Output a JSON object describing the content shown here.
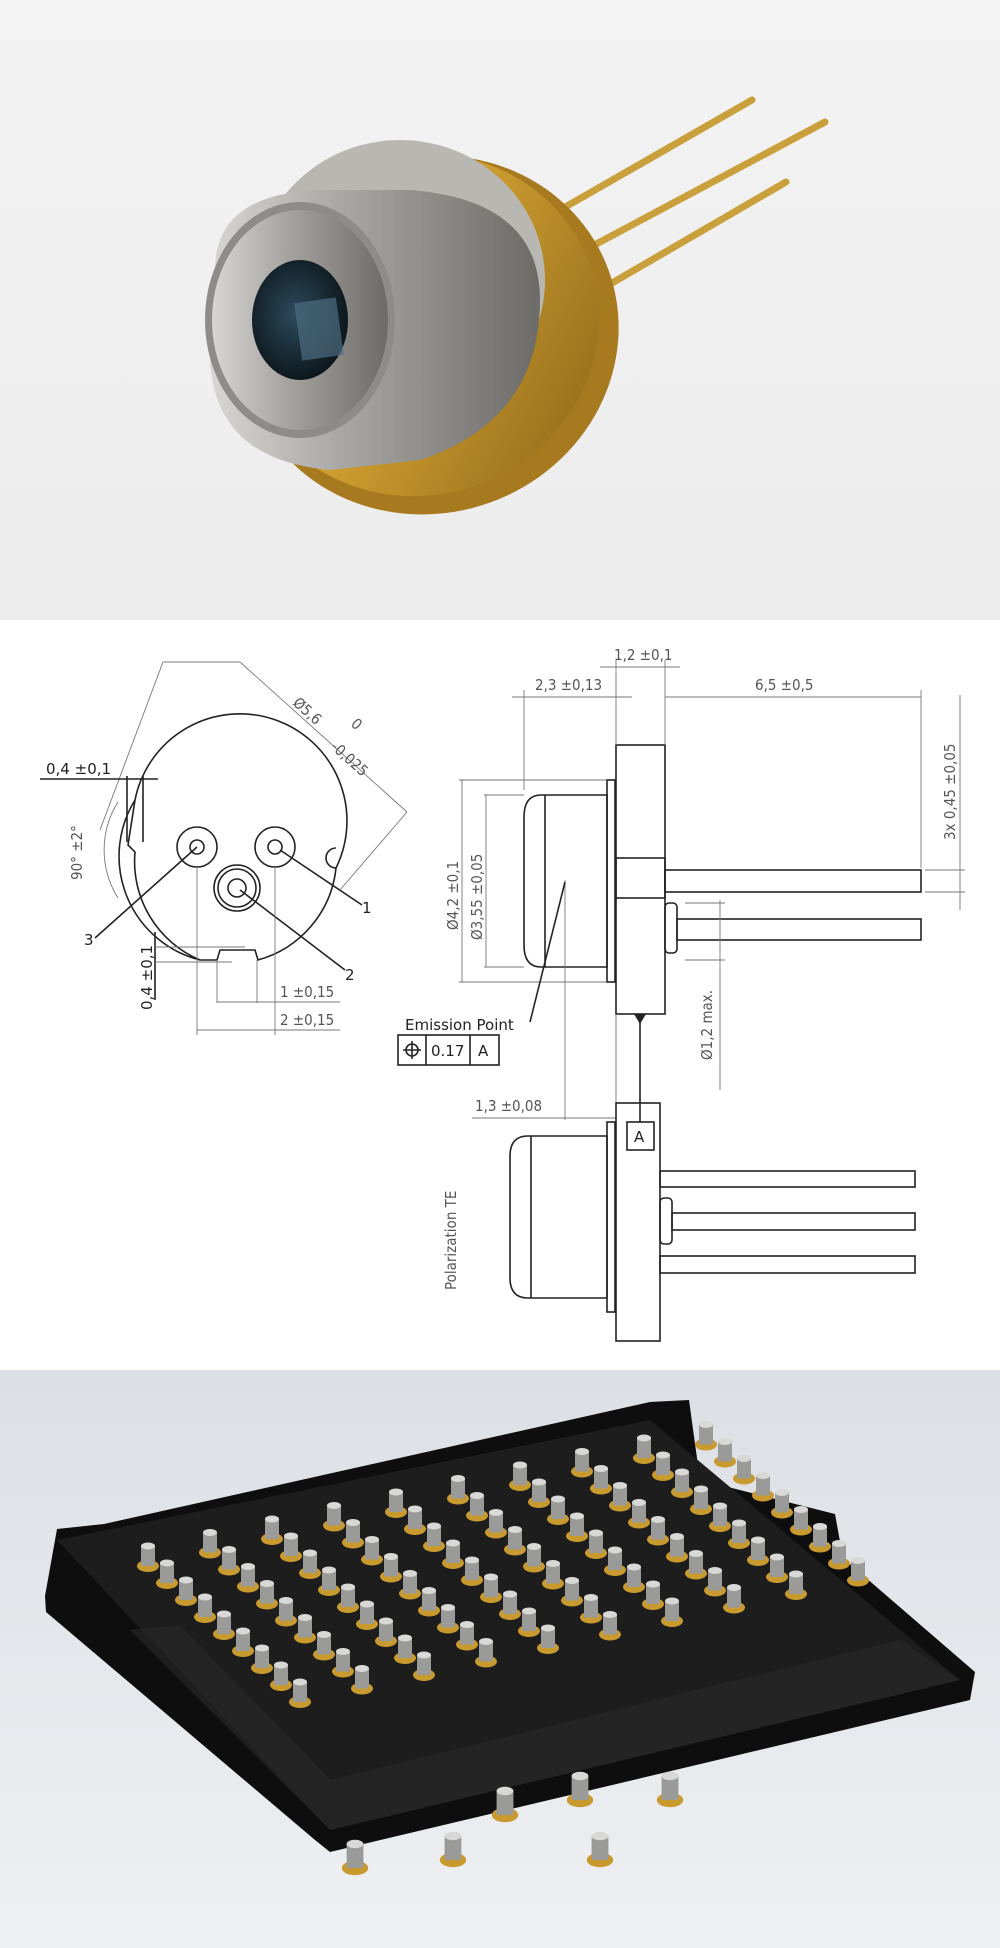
{
  "product_photo": {
    "subject": "to-can-laser-diode-photo"
  },
  "drawing": {
    "front_view": {
      "diameter": "Ø5,6",
      "tol_upper": "0",
      "tol_lower": "-0,025",
      "notch_width": "0,4 ±0,1",
      "angle": "90° ±2°",
      "notch_depth": "0,4 ±0,1",
      "pin_spacing_1": "1 ±0,15",
      "pin_spacing_2": "2 ±0,15",
      "pin_labels": [
        "1",
        "2",
        "3"
      ]
    },
    "side_view": {
      "flange_thickness": "1,2 ±0,1",
      "cap_height": "2,3 ±0,13",
      "lead_length": "6,5 ±0,5",
      "lead_diameter": "3x 0,45 ±0,05",
      "cap_diameter": "Ø4,2 ±0,1",
      "window_diameter": "Ø3,55 ±0,05",
      "emission_label": "Emission Point",
      "tolerance_value": "0.17",
      "datum": "A",
      "emission_offset": "1,3 ±0,08",
      "glass_diameter": "Ø1,2 max."
    },
    "bottom_view": {
      "polarization": "Polarization TE"
    }
  },
  "tray_photo": {
    "subject": "laser-diode-tray-photo"
  },
  "colors": {
    "gold": "#c99a2e",
    "silver": "#9a9a98",
    "tray": "#151515",
    "background": "#f1f1f1"
  }
}
